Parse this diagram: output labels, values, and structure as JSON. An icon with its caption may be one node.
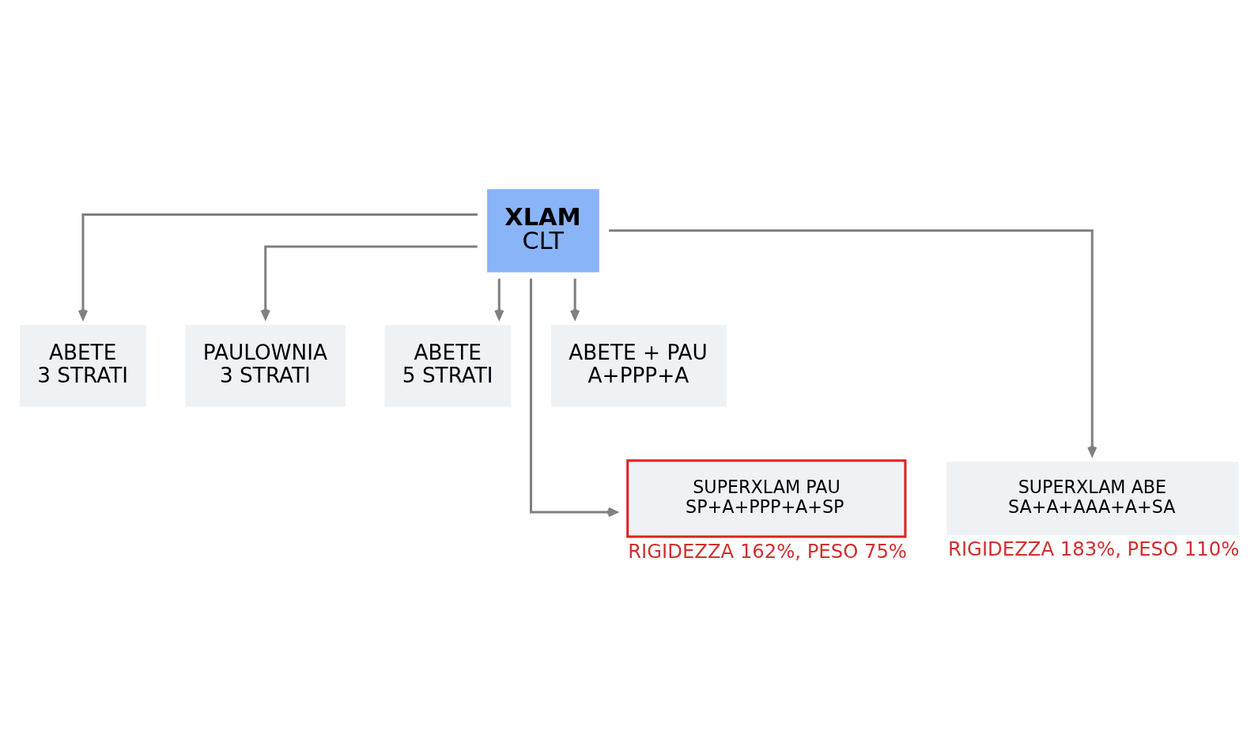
{
  "diagram": {
    "nodes": [
      {
        "text": [
          "XLAM",
          "CLT"
        ]
      },
      {
        "text": [
          "ABETE",
          "3 STRATI"
        ]
      },
      {
        "text": [
          "PAULOWNIA",
          "3 STRATI"
        ]
      },
      {
        "text": [
          "ABETE",
          "5 STRATI"
        ]
      },
      {
        "text": [
          "ABETE + PAU",
          "A+PPP+A"
        ]
      },
      {
        "text": [
          "SUPERXLAM PAU",
          "SP+A+PPP+A+SP"
        ],
        "beside": [
          "RIGIDEZZA 162%, PESO 75%"
        ]
      },
      {
        "text": [
          "SUPERXLAM ABE",
          "SA+A+AAA+A+SA"
        ],
        "beside": [
          "RIGIDEZZA 183%, PESO 110%"
        ]
      }
    ],
    "edges": [
      {
        "from": 0,
        "to": 1,
        "arrow": "to"
      },
      {
        "from": 0,
        "to": 5,
        "arrow": "to"
      },
      {
        "from": 0,
        "to": 2,
        "arrow": "to"
      },
      {
        "from": 0,
        "to": 3,
        "arrow": "to"
      },
      {
        "from": 0,
        "to": 6,
        "arrow": "to"
      },
      {
        "from": 0,
        "to": 4,
        "arrow": "to"
      }
    ]
  }
}
